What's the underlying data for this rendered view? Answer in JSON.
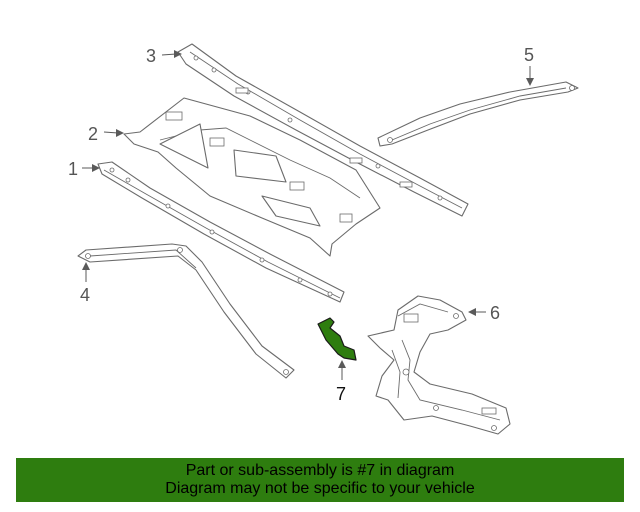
{
  "callouts": {
    "c1": "1",
    "c2": "2",
    "c3": "3",
    "c4": "4",
    "c5": "5",
    "c6": "6",
    "c7": "7"
  },
  "highlight_color": "#2e7d0f",
  "banner": {
    "line1": "Part or sub-assembly is #7 in diagram",
    "line2": "Diagram may not be specific to your vehicle"
  }
}
